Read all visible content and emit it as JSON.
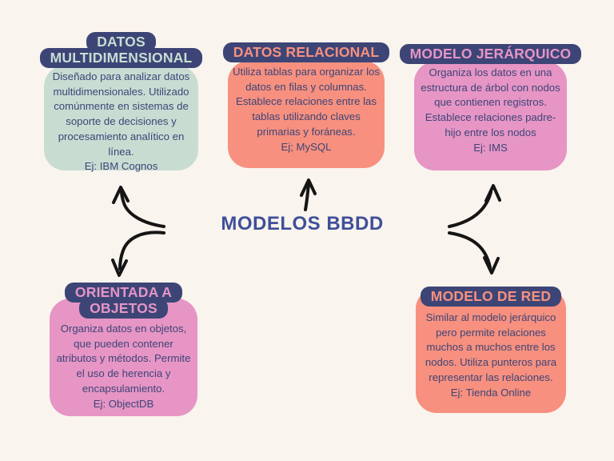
{
  "page": {
    "background": "#f9f4ed"
  },
  "title": {
    "text": "MODELOS BBDD",
    "color": "#3f4f99"
  },
  "palette": {
    "navy_badge": "#3d4577",
    "mint": "#c9dcd2",
    "salmon": "#f7907f",
    "pink": "#e695c5",
    "arrow_black": "#151515",
    "background": "#f9f4ed"
  },
  "nodes": [
    {
      "id": "datos-multidimensional",
      "color": "mint",
      "title_lines": [
        "DATOS",
        "MULTIDIMENSIONAL"
      ],
      "description": "Diseñado para analizar datos multidimensionales. Utilizado comúnmente en sistemas de soporte de decisiones y procesamiento analítico en línea.",
      "example": "Ej: IBM Cognos"
    },
    {
      "id": "datos-relacional",
      "color": "salmon",
      "title_lines": [
        "DATOS RELACIONAL"
      ],
      "description": "Utiliza tablas para organizar los datos en filas y columnas. Establece relaciones entre las tablas utilizando claves primarias y foráneas.",
      "example": "Ej; MySQL"
    },
    {
      "id": "modelo-jerarquico",
      "color": "pink",
      "title_lines": [
        "MODELO JERÁRQUICO"
      ],
      "description": "Organiza los datos en una estructura de árbol con nodos que contienen registros. Establece relaciones padre-hijo entre los nodos",
      "example": "Ej: IMS"
    },
    {
      "id": "orientada-a-objetos",
      "color": "pink",
      "title_lines": [
        "ORIENTADA A",
        "OBJETOS"
      ],
      "description": "Organiza datos en objetos, que pueden contener atributos y métodos. Permite el uso de herencia y encapsulamiento.",
      "example": "Ej: ObjectDB"
    },
    {
      "id": "modelo-de-red",
      "color": "salmon",
      "title_lines": [
        "MODELO DE RED"
      ],
      "description": "Similar al modelo jerárquico pero permite relaciones muchos a muchos entre los nodos. Utiliza punteros para representar las relaciones.",
      "example": "Ej: Tienda Online"
    }
  ],
  "connections": [
    {
      "from": "MODELOS BBDD",
      "to": "DATOS MULTIDIMENSIONAL"
    },
    {
      "from": "MODELOS BBDD",
      "to": "DATOS RELACIONAL"
    },
    {
      "from": "MODELOS BBDD",
      "to": "MODELO JERÁRQUICO"
    },
    {
      "from": "MODELOS BBDD",
      "to": "ORIENTADA A OBJETOS"
    },
    {
      "from": "MODELOS BBDD",
      "to": "MODELO DE RED"
    }
  ]
}
